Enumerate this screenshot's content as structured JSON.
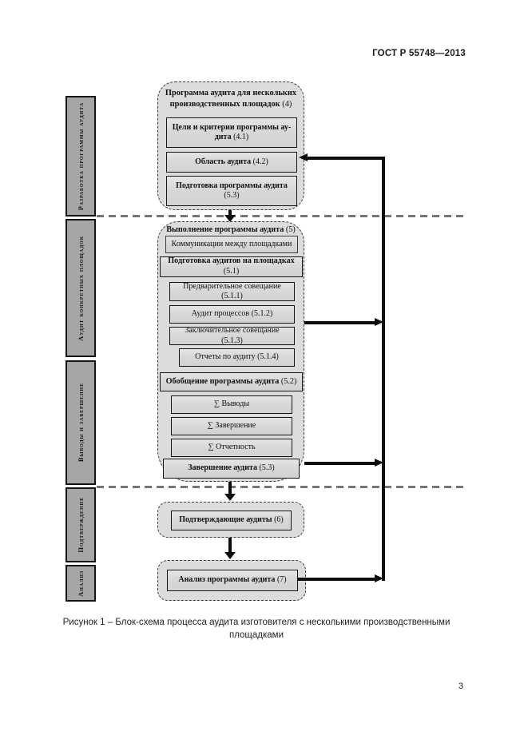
{
  "page": {
    "header": "ГОСТ Р 55748—2013",
    "caption": "Рисунок 1 – Блок-схема процесса аудита изготовителя с несколькими производственными площадками",
    "page_number": "3"
  },
  "sidebar": {
    "sections": [
      {
        "label": "Разработка программы аудита"
      },
      {
        "label": "Аудит конкретных площадок"
      },
      {
        "label": "Выводы и завершение"
      },
      {
        "label": "Подтверждение"
      },
      {
        "label": "Анализ"
      }
    ]
  },
  "flow": {
    "program": {
      "title": "Программа аудита для нескольких\nпроизводственных площадок",
      "title_num": "(4)",
      "goals": {
        "text": "Цели и критерии программы ау-\nдита",
        "num": "(4.1)"
      },
      "scope": {
        "text": "Область аудита",
        "num": "(4.2)"
      },
      "prep": {
        "text": "Подготовка программы аудита\n",
        "num": "(5.3)"
      }
    },
    "execution": {
      "title": "Выполнение программы аудита",
      "title_num": "(5)",
      "comm": {
        "text": "Коммуникации между площадками"
      },
      "site_prep": {
        "text": "Подготовка аудитов на площадках",
        "num": "(5.1)"
      },
      "pre_meeting": {
        "text": "Предварительное совещание",
        "num": "(5.1.1)"
      },
      "process_audit": {
        "text": "Аудит процессов",
        "num": "(5.1.2)"
      },
      "closing_meeting": {
        "text": "Заключительное совещание",
        "num": "(5.1.3)"
      },
      "reports": {
        "text": "Отчеты по аудиту",
        "num": "(5.1.4)"
      },
      "summary": {
        "text": "Обобщение программы аудита",
        "num": "(5.2)"
      },
      "sum_conclusions": {
        "text": "∑ Выводы"
      },
      "sum_completion": {
        "text": "∑ Завершение"
      },
      "sum_reporting": {
        "text": "∑ Отчетность"
      },
      "audit_completion": {
        "text": "Завершение аудита",
        "num": "(5.3)"
      }
    },
    "confirmation": {
      "text": "Подтверждающие аудиты",
      "num": "(6)"
    },
    "analysis": {
      "text": "Анализ программы аудита",
      "num": "(7)"
    }
  },
  "colors": {
    "sidebar_fill": "#a6a6a6",
    "group_fill": "#dcdcdc",
    "box_border": "#141414",
    "arrow": "#0d0d0d",
    "divider_dash": "#757575"
  }
}
